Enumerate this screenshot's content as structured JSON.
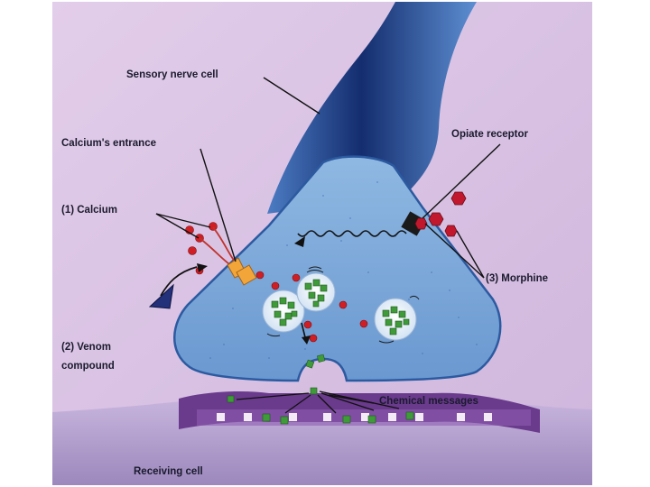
{
  "labels": {
    "sensory_nerve_cell": "Sensory nerve cell",
    "calciums_entrance": "Calcium's entrance",
    "calcium": "(1) Calcium",
    "venom_line1": "(2) Venom",
    "venom_line2": "compound",
    "opiate_receptor": "Opiate receptor",
    "morphine": "(3) Morphine",
    "chemical_messages": "Chemical messages",
    "receiving_cell": "Receiving cell"
  },
  "colors": {
    "background": "#d9c2e4",
    "nerve_cell": "#7aa6d6",
    "nerve_cell_dark": "#22438a",
    "calcium_ion": "#d01f24",
    "morphine": "#c2182e",
    "vesicle_content": "#3f9a3a",
    "receiving_cell": "#9a86b8",
    "receiving_band": "#5c2f7c",
    "venom": "#23307a",
    "channel": "#f2a63a"
  },
  "icons": [
    "calcium-ion-icon",
    "morphine-molecule-icon",
    "venom-compound-icon",
    "opiate-receptor-icon",
    "calcium-channel-icon",
    "vesicle-icon",
    "chemical-message-icon"
  ]
}
